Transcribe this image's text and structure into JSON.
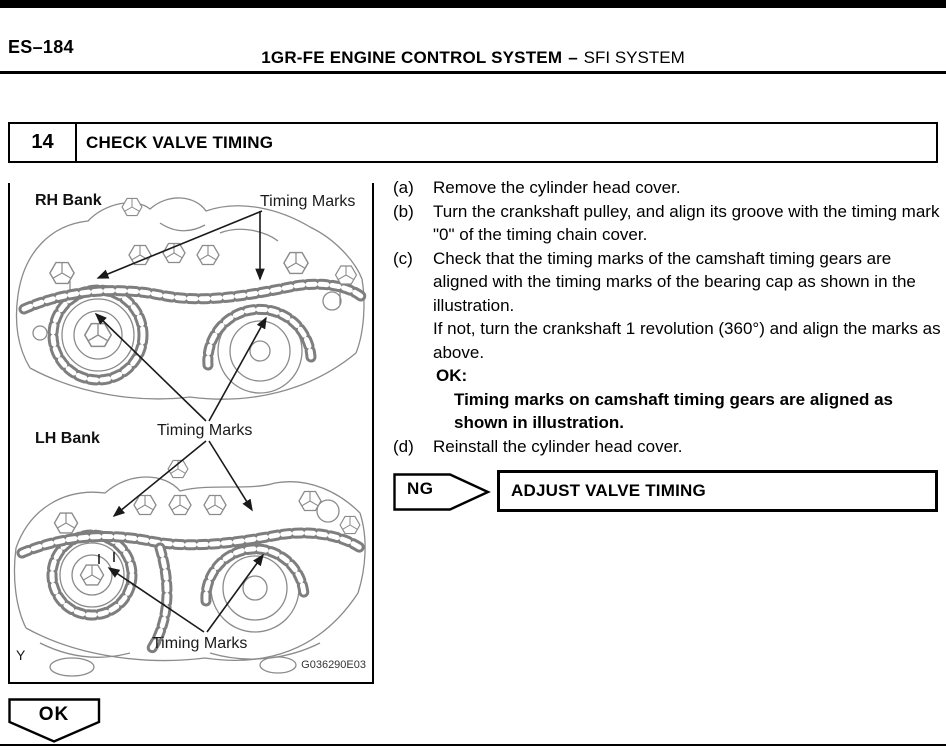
{
  "header": {
    "page_code": "ES–184",
    "title_bold": "1GR-FE ENGINE CONTROL SYSTEM",
    "separator": "–",
    "title_regular": "SFI SYSTEM"
  },
  "step": {
    "number": "14",
    "title": "CHECK VALVE TIMING"
  },
  "figure": {
    "rh_bank_label": "RH Bank",
    "lh_bank_label": "LH Bank",
    "timing_marks_top": "Timing Marks",
    "timing_marks_middle": "Timing Marks",
    "timing_marks_bottom": "Timing Marks",
    "corner_mark": "Y",
    "figure_id": "G036290E03"
  },
  "instructions": {
    "a": {
      "label": "(a)",
      "text": "Remove the cylinder head cover."
    },
    "b": {
      "label": "(b)",
      "text": "Turn the crankshaft pulley, and align its groove with the timing mark \"0\" of the timing chain cover."
    },
    "c": {
      "label": "(c)",
      "text": "Check that the timing marks of the camshaft timing gears are aligned with the timing marks of the bearing cap as shown in the illustration.",
      "note": "If not, turn the crankshaft 1 revolution (360°) and align the marks as above.",
      "ok_heading": "OK:",
      "ok_text": "Timing marks on camshaft timing gears are aligned as shown in illustration."
    },
    "d": {
      "label": "(d)",
      "text": "Reinstall the cylinder head cover."
    }
  },
  "ng_flow": {
    "label": "NG",
    "action": "ADJUST VALVE TIMING"
  },
  "ok_flow": {
    "label": "OK"
  },
  "colors": {
    "ink": "#000000",
    "art_line": "#8b8b8b",
    "page_bg": "#ffffff"
  }
}
